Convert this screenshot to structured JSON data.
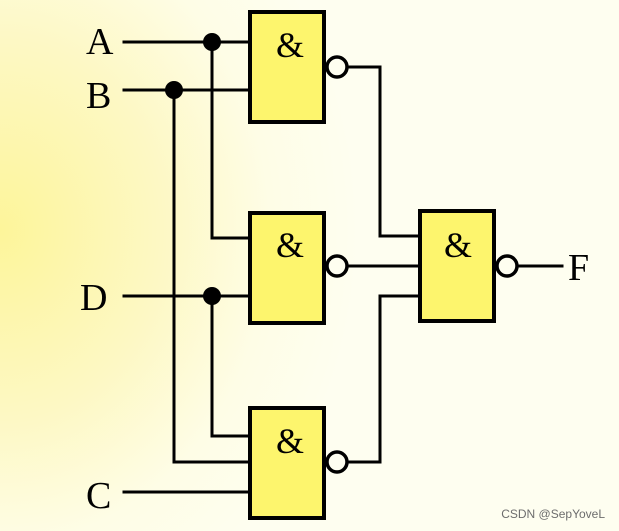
{
  "inputs": {
    "a": "A",
    "b": "B",
    "d": "D",
    "c": "C"
  },
  "output": "F",
  "gates": {
    "top": "&",
    "middle": "&",
    "bottom": "&",
    "final": "&"
  },
  "watermark": "CSDN @SepYoveL",
  "colors": {
    "gate_fill": "#fdf56d",
    "wire": "#000000"
  }
}
